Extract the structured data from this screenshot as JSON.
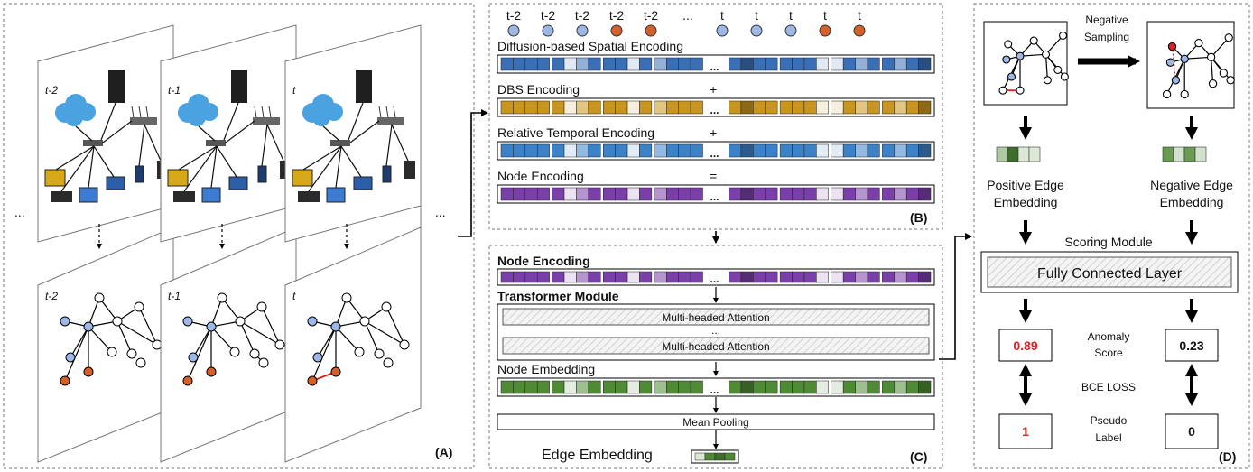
{
  "panels": {
    "a": {
      "tag": "(A)",
      "ellipsis_left": "...",
      "ellipsis_right": "...",
      "frames": [
        "t-2",
        "t-1",
        "t"
      ]
    },
    "b": {
      "tag": "(B)",
      "time_labels": [
        "t-2",
        "t-2",
        "t-2",
        "t-2",
        "t-2",
        "...",
        "t",
        "t",
        "t",
        "t",
        "t"
      ],
      "rows": [
        {
          "label": "Diffusion-based Spatial Encoding",
          "op": ""
        },
        {
          "label": "DBS Encoding",
          "op": "+"
        },
        {
          "label": "Relative Temporal Encoding",
          "op": "+"
        },
        {
          "label": "Node Encoding",
          "op": "="
        }
      ],
      "ellipsis": "..."
    },
    "c": {
      "tag": "(C)",
      "node_encoding": "Node Encoding",
      "transformer": "Transformer Module",
      "attention_1": "Multi-headed Attention",
      "attention_2": "Multi-headed Attention",
      "node_embedding": "Node Embedding",
      "mean_pooling": "Mean Pooling",
      "edge_embedding": "Edge Embedding",
      "ellipsis": "..."
    },
    "d": {
      "tag": "(D)",
      "negative_sampling": [
        "Negative",
        "Sampling"
      ],
      "positive_edge": [
        "Positive Edge",
        "Embedding"
      ],
      "negative_edge": [
        "Negative Edge",
        "Embedding"
      ],
      "scoring_module": "Scoring Module",
      "fc_layer": "Fully Connected Layer",
      "score_pos": "0.89",
      "score_neg": "0.23",
      "anomaly_score": [
        "Anomaly",
        "Score"
      ],
      "bce_loss": "BCE LOSS",
      "pseudo_label": [
        "Pseudo",
        "Label"
      ],
      "label_pos": "1",
      "label_neg": "0"
    }
  },
  "colors": {
    "blue_node": "#9db8e6",
    "orange_node": "#d4602a",
    "anomaly_red": "#e02020",
    "spatial_blue": "#3a6fb5",
    "dbs_gold": "#c8961e",
    "temporal_blue": "#3c82c8",
    "node_purple": "#7a3fa8",
    "embed_green": "#4f8a34",
    "cloud_blue": "#4aa3e0"
  }
}
